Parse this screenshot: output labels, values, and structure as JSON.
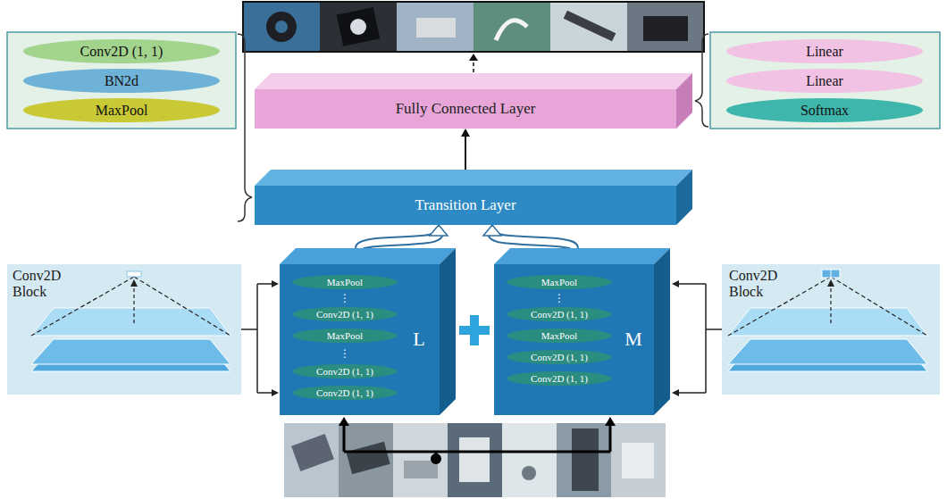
{
  "diagram": {
    "nodes": [
      {
        "text": [
          "Conv2D (1, 1)"
        ]
      },
      {
        "text": [
          "BN2d"
        ]
      },
      {
        "text": [
          "MaxPool"
        ]
      },
      {
        "text": [
          "Fully Connected Layer"
        ]
      },
      {
        "text": [
          "Linear"
        ]
      },
      {
        "text": [
          "Linear"
        ]
      },
      {
        "text": [
          "Softmax"
        ]
      },
      {
        "text": [
          "Transition Layer"
        ]
      },
      {
        "text": [
          "L"
        ]
      },
      {
        "text": [
          "MaxPool"
        ],
        "in": 8
      },
      {
        "text": [
          "Conv2D (1, 1)"
        ],
        "in": 8
      },
      {
        "text": [
          "MaxPool"
        ],
        "in": 8
      },
      {
        "text": [
          "Conv2D (1, 1)"
        ],
        "in": 8
      },
      {
        "text": [
          "Conv2D (1, 1)"
        ],
        "in": 8
      },
      {
        "text": [
          "M"
        ]
      },
      {
        "text": [
          "MaxPool"
        ],
        "in": 14
      },
      {
        "text": [
          "Conv2D (1, 1)"
        ],
        "in": 14
      },
      {
        "text": [
          "MaxPool"
        ],
        "in": 14
      },
      {
        "text": [
          "Conv2D (1, 1)"
        ],
        "in": 14
      },
      {
        "text": [
          "Conv2D (1, 1)"
        ],
        "in": 14
      }
    ],
    "edges": [
      {
        "from": 7,
        "to": 3,
        "arrow": "to"
      },
      {
        "from": 8,
        "to": 7,
        "arrow": "to"
      },
      {
        "from": 14,
        "to": 7,
        "arrow": "to"
      }
    ],
    "labels": [
      "Conv2D Block",
      "Conv2D Block",
      "⋮",
      "⋮",
      "⋮"
    ]
  }
}
